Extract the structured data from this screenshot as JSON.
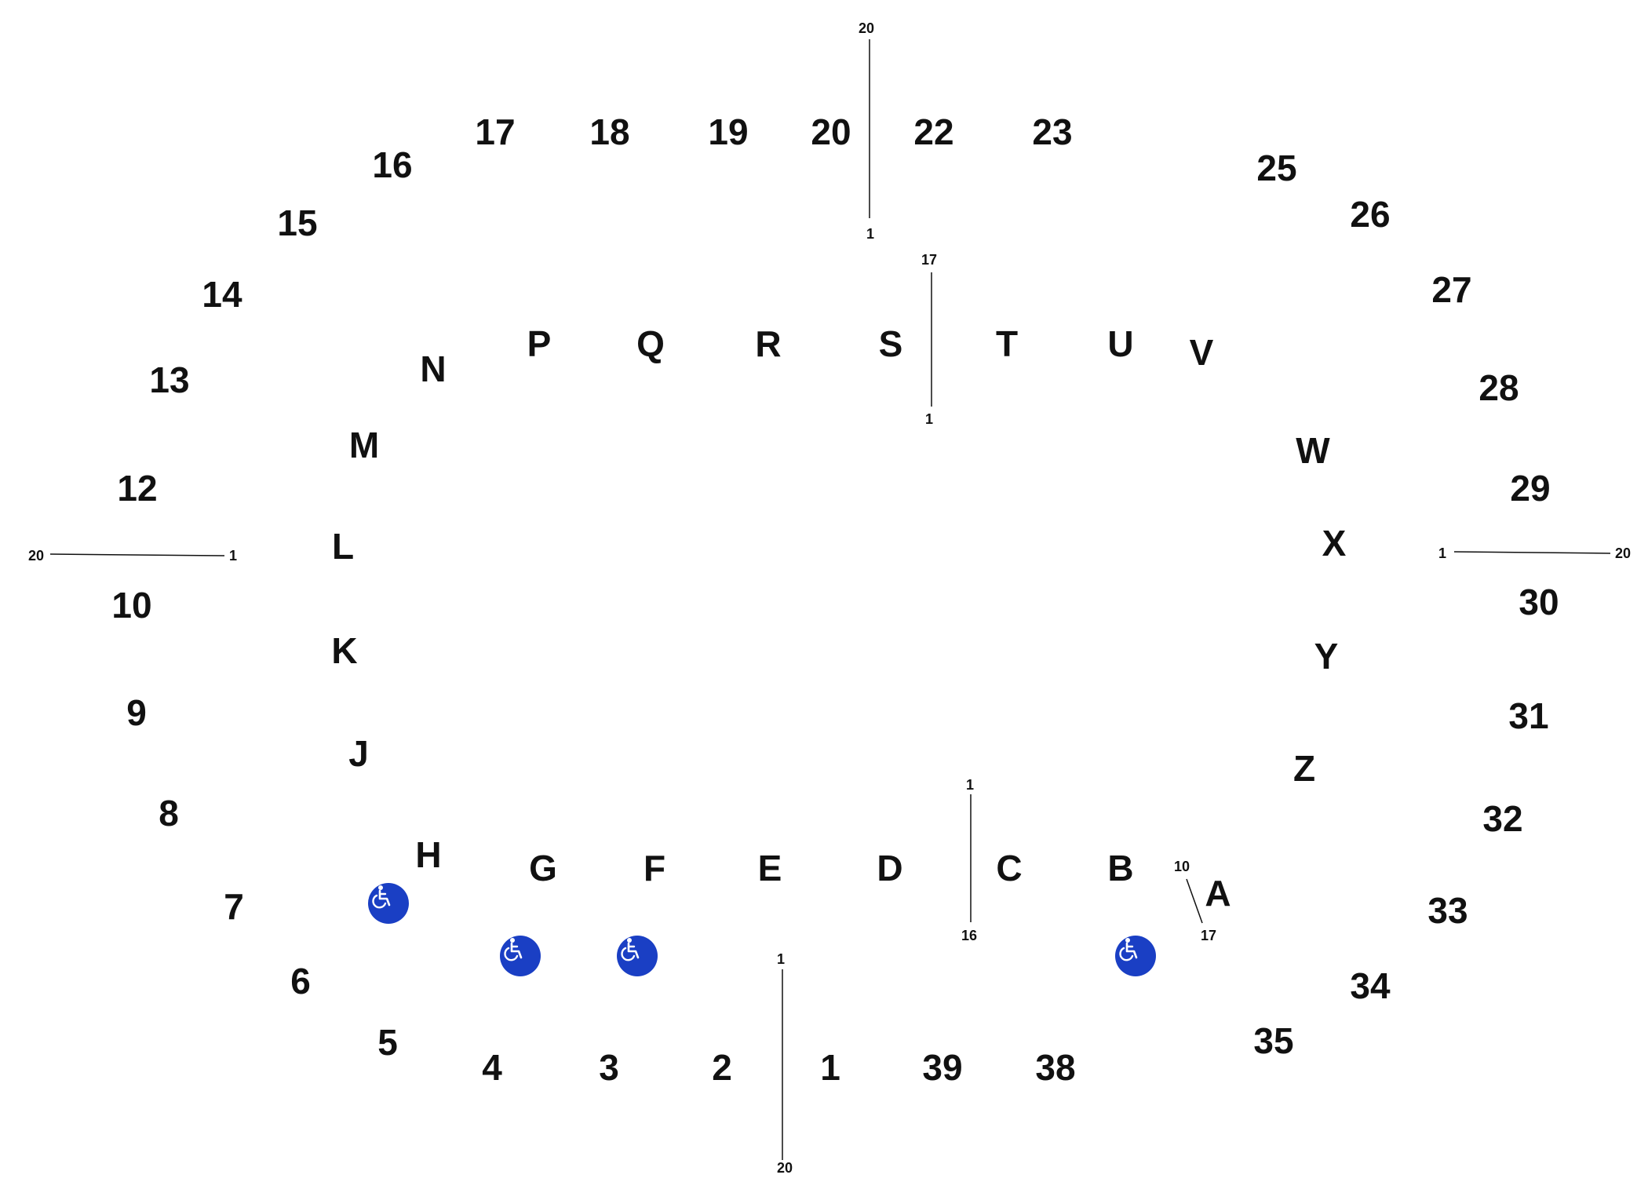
{
  "colors": {
    "text": "#111111",
    "marker_line": "#111111",
    "accessible": "#1A3FC4",
    "accessible_symbol": "#ffffff"
  },
  "outer_sections": [
    "16",
    "17",
    "18",
    "19",
    "20",
    "22",
    "23",
    "25",
    "26",
    "27",
    "28",
    "29",
    "30",
    "31",
    "32",
    "33",
    "34",
    "35",
    "38",
    "39",
    "1",
    "2",
    "3",
    "4",
    "5",
    "6",
    "7",
    "8",
    "9",
    "10",
    "12",
    "13",
    "14",
    "15"
  ],
  "inner_sections": [
    "P",
    "Q",
    "R",
    "S",
    "T",
    "U",
    "V",
    "W",
    "X",
    "Y",
    "Z",
    "A",
    "B",
    "C",
    "D",
    "E",
    "F",
    "G",
    "H",
    "J",
    "K",
    "L",
    "M",
    "N"
  ],
  "row_markers": [
    {
      "id": "top-20",
      "from": "20",
      "to": "1"
    },
    {
      "id": "top-s",
      "from": "17",
      "to": "1"
    },
    {
      "id": "left-12",
      "from": "20",
      "to": "1"
    },
    {
      "id": "right-29",
      "from": "1",
      "to": "20"
    },
    {
      "id": "bottom-d",
      "from": "1",
      "to": "16"
    },
    {
      "id": "bottom-a",
      "from": "10",
      "to": "17"
    },
    {
      "id": "bottom-1",
      "from": "1",
      "to": "20"
    }
  ],
  "accessible_seating": [
    {
      "id": "near-h",
      "icon": "wheelchair-icon"
    },
    {
      "id": "near-g",
      "icon": "wheelchair-icon"
    },
    {
      "id": "near-f",
      "icon": "wheelchair-icon"
    },
    {
      "id": "near-b",
      "icon": "wheelchair-icon"
    }
  ]
}
